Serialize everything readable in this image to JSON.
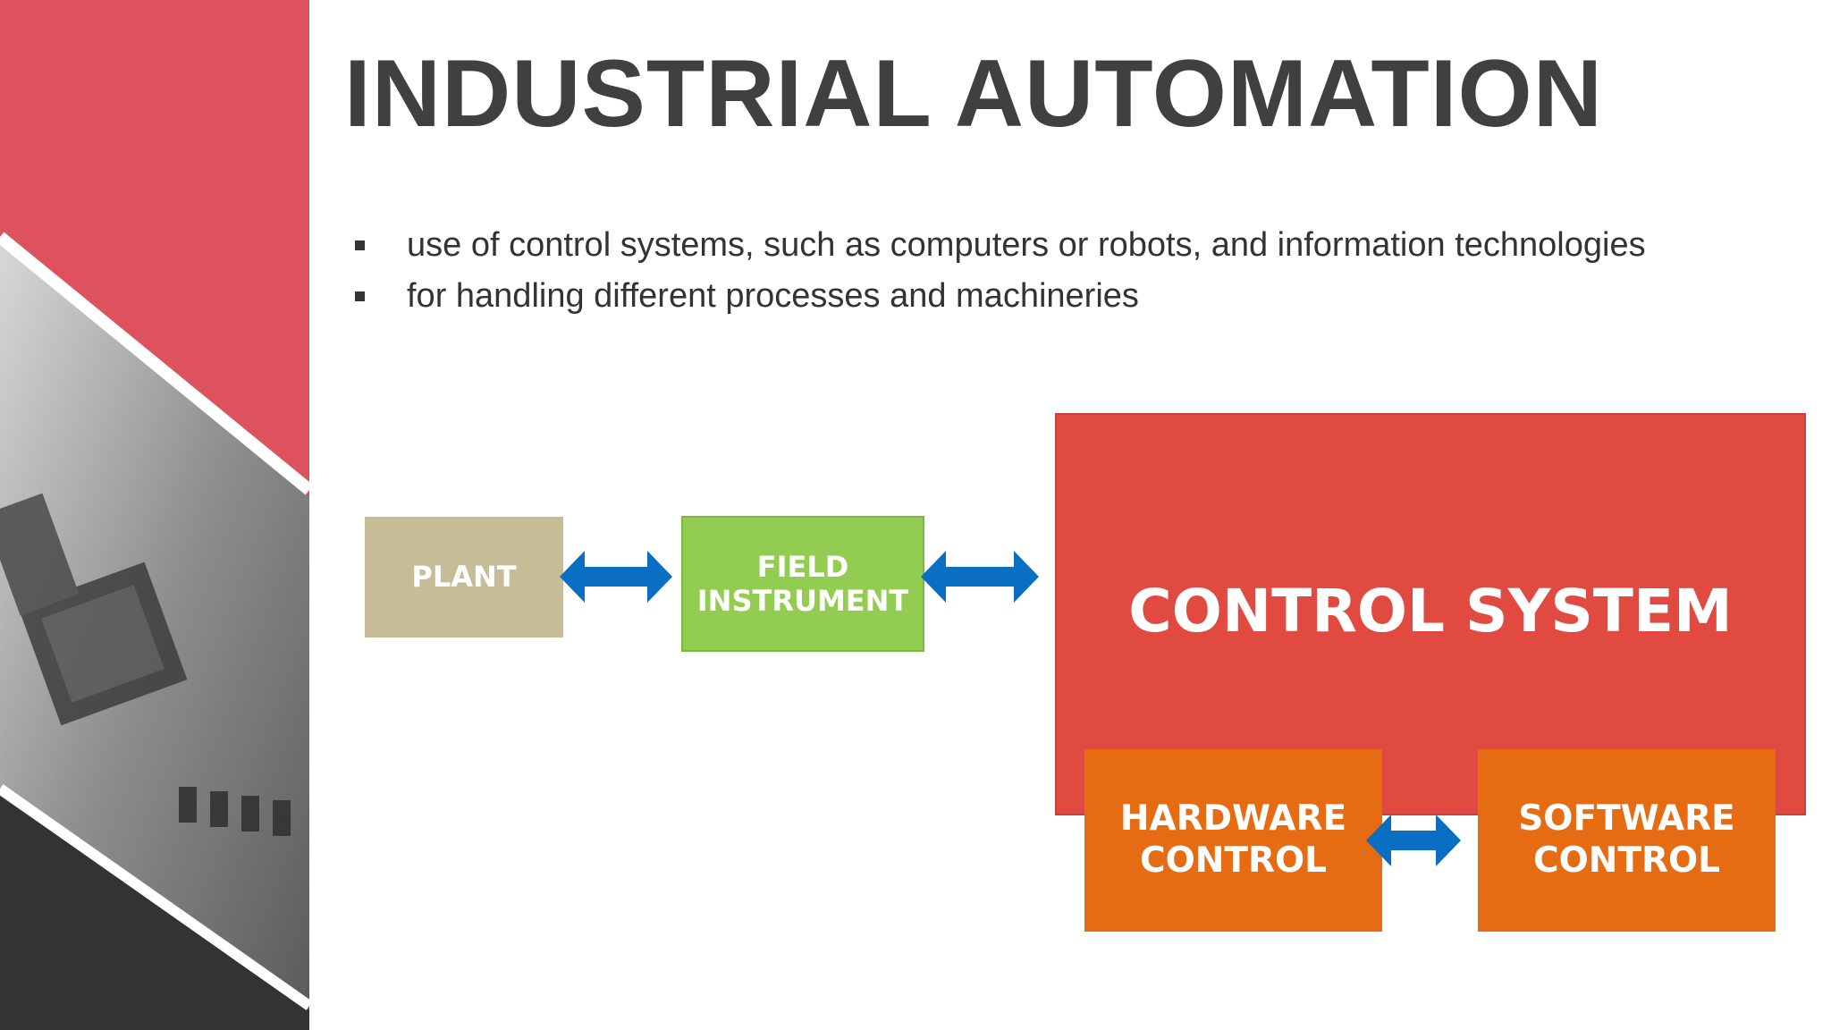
{
  "slide": {
    "title": "INDUSTRIAL AUTOMATION",
    "bullets": [
      "use of control systems, such as computers or robots, and information technologies",
      "for handling different processes and machineries"
    ]
  },
  "diagram": {
    "nodes": {
      "plant": "PLANT",
      "field_instrument": "FIELD\nINSTRUMENT",
      "control_system": "CONTROL SYSTEM",
      "hardware_control": "HARDWARE\nCONTROL",
      "software_control": "SOFTWARE\nCONTROL"
    },
    "edges": [
      {
        "from": "plant",
        "to": "field_instrument",
        "type": "bidirectional"
      },
      {
        "from": "field_instrument",
        "to": "control_system",
        "type": "bidirectional"
      },
      {
        "from": "hardware_control",
        "to": "software_control",
        "type": "bidirectional"
      }
    ],
    "colors": {
      "plant": "#c6bc98",
      "field_instrument": "#92cc51",
      "control_system": "#e04a40",
      "controls": "#e56c12",
      "arrows": "#0a6fc2",
      "accent_red": "#de525d",
      "dark": "#333333"
    }
  },
  "decor": {
    "side_image": "circuit-board-photo"
  }
}
